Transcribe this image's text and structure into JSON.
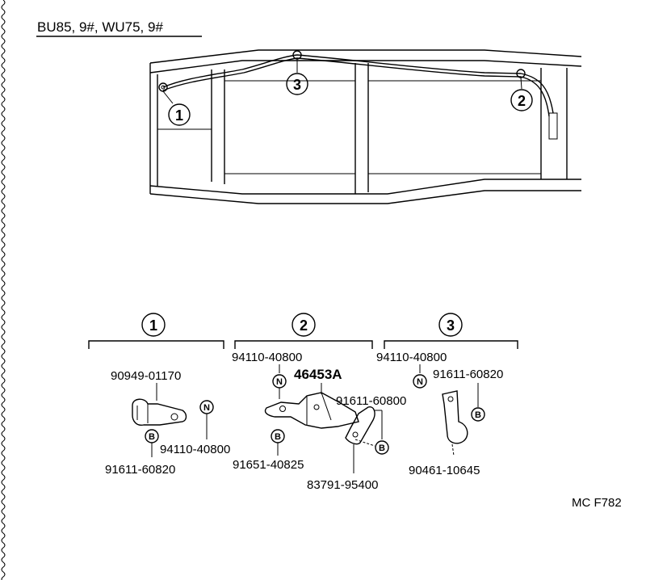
{
  "title": "BU85, 9#, WU75, 9#",
  "callouts": [
    "1",
    "2",
    "3"
  ],
  "symbols": {
    "nut": "N",
    "bolt": "B"
  },
  "groups": [
    {
      "number": "1",
      "parts": [
        "90949-01170",
        "94110-40800",
        "91611-60820"
      ]
    },
    {
      "number": "2",
      "parts": [
        "94110-40800",
        "46453A",
        "91611-60800",
        "91651-40825",
        "83791-95400"
      ]
    },
    {
      "number": "3",
      "parts": [
        "94110-40800",
        "91611-60820",
        "90461-10645"
      ]
    }
  ],
  "figure_code": "MC F782"
}
